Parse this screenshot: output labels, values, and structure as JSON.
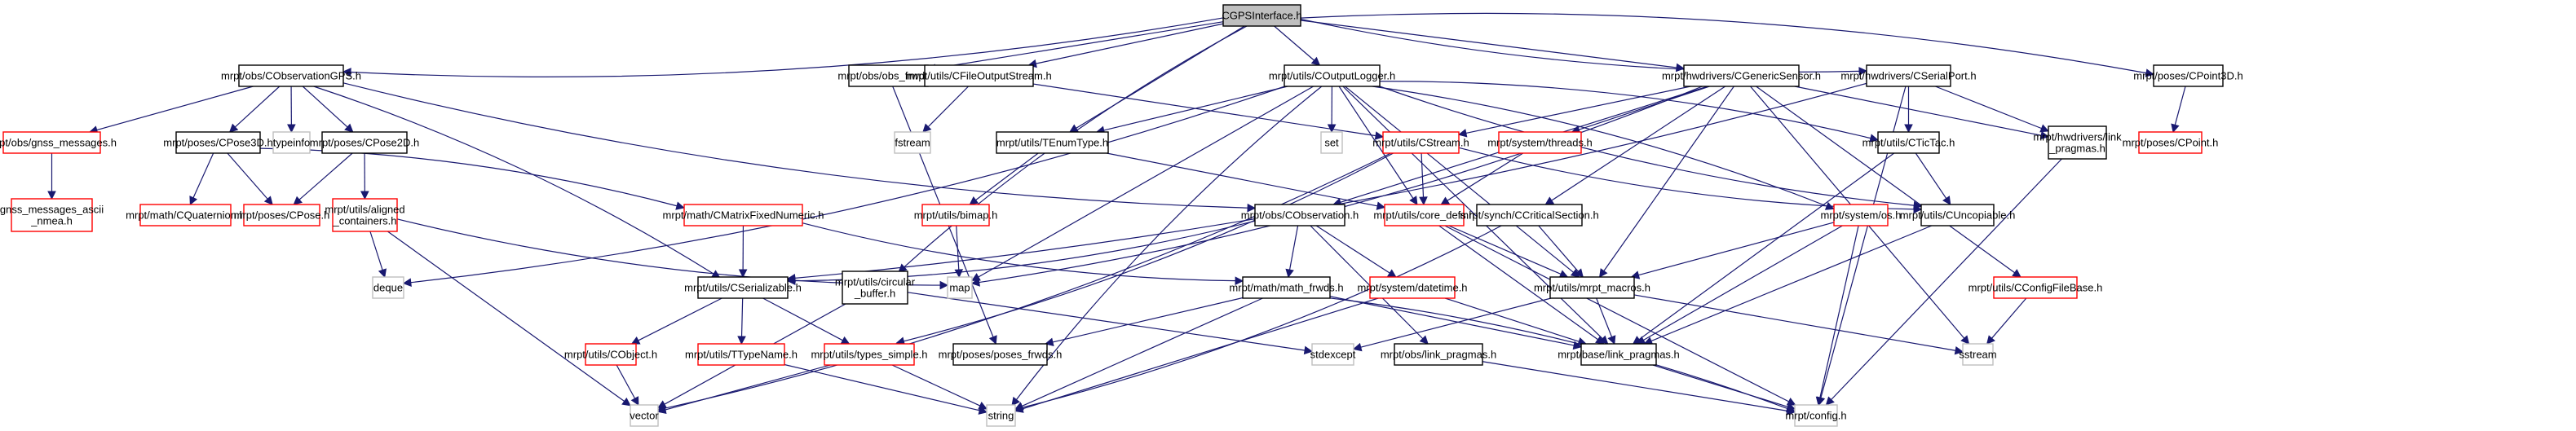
{
  "title": "CGPSInterface.h include dependency graph",
  "legend_colors": {
    "edge": "#191970",
    "root_fill": "#bfbfbf",
    "normal_border": "#000000",
    "truncated_border": "#ff0000",
    "external_border": "#bfbfbf"
  },
  "nodes": [
    {
      "id": "root",
      "label": [
        "CGPSInterface.h"
      ],
      "kind": "root"
    },
    {
      "id": "obsgps",
      "label": [
        "mrpt/obs/CObservationGPS.h"
      ],
      "kind": "normal"
    },
    {
      "id": "obsfrwds",
      "label": [
        "mrpt/obs/obs_frwds.h"
      ],
      "kind": "normal"
    },
    {
      "id": "cfileout",
      "label": [
        "mrpt/utils/CFileOutputStream.h"
      ],
      "kind": "normal"
    },
    {
      "id": "coutlog",
      "label": [
        "mrpt/utils/COutputLogger.h"
      ],
      "kind": "normal"
    },
    {
      "id": "cgensensor",
      "label": [
        "mrpt/hwdrivers/CGenericSensor.h"
      ],
      "kind": "normal"
    },
    {
      "id": "cserial",
      "label": [
        "mrpt/hwdrivers/CSerialPort.h"
      ],
      "kind": "normal"
    },
    {
      "id": "cpoint3d",
      "label": [
        "mrpt/poses/CPoint3D.h"
      ],
      "kind": "normal"
    },
    {
      "id": "gnssmsg",
      "label": [
        "mrpt/obs/gnss_messages.h"
      ],
      "kind": "truncated"
    },
    {
      "id": "cpose3d",
      "label": [
        "mrpt/poses/CPose3D.h"
      ],
      "kind": "normal"
    },
    {
      "id": "typeinfo",
      "label": [
        "typeinfo"
      ],
      "kind": "external"
    },
    {
      "id": "cpose2d",
      "label": [
        "mrpt/poses/CPose2D.h"
      ],
      "kind": "normal"
    },
    {
      "id": "fstream",
      "label": [
        "fstream"
      ],
      "kind": "external"
    },
    {
      "id": "tenum",
      "label": [
        "mrpt/utils/TEnumType.h"
      ],
      "kind": "normal"
    },
    {
      "id": "set",
      "label": [
        "set"
      ],
      "kind": "external"
    },
    {
      "id": "cstream",
      "label": [
        "mrpt/utils/CStream.h"
      ],
      "kind": "truncated"
    },
    {
      "id": "threads",
      "label": [
        "mrpt/system/threads.h"
      ],
      "kind": "truncated"
    },
    {
      "id": "ctictac",
      "label": [
        "mrpt/utils/CTicTac.h"
      ],
      "kind": "normal"
    },
    {
      "id": "hwlink",
      "label": [
        "mrpt/hwdrivers/link",
        "_pragmas.h"
      ],
      "kind": "normal"
    },
    {
      "id": "cpoint",
      "label": [
        "mrpt/poses/CPoint.h"
      ],
      "kind": "truncated"
    },
    {
      "id": "gnssnmea",
      "label": [
        "gnss_messages_ascii",
        "_nmea.h"
      ],
      "kind": "truncated"
    },
    {
      "id": "cquat",
      "label": [
        "mrpt/math/CQuaternion.h"
      ],
      "kind": "truncated"
    },
    {
      "id": "cpose",
      "label": [
        "mrpt/poses/CPose.h"
      ],
      "kind": "truncated"
    },
    {
      "id": "aligned",
      "label": [
        "mrpt/utils/aligned",
        "_containers.h"
      ],
      "kind": "truncated"
    },
    {
      "id": "cmatfixed",
      "label": [
        "mrpt/math/CMatrixFixedNumeric.h"
      ],
      "kind": "truncated"
    },
    {
      "id": "bimap",
      "label": [
        "mrpt/utils/bimap.h"
      ],
      "kind": "truncated"
    },
    {
      "id": "cobs",
      "label": [
        "mrpt/obs/CObservation.h"
      ],
      "kind": "normal"
    },
    {
      "id": "coredefs",
      "label": [
        "mrpt/utils/core_defs.h"
      ],
      "kind": "truncated"
    },
    {
      "id": "ccrit",
      "label": [
        "mrpt/synch/CCriticalSection.h"
      ],
      "kind": "normal"
    },
    {
      "id": "os",
      "label": [
        "mrpt/system/os.h"
      ],
      "kind": "truncated"
    },
    {
      "id": "cuncop",
      "label": [
        "mrpt/utils/CUncopiable.h"
      ],
      "kind": "normal"
    },
    {
      "id": "deque",
      "label": [
        "deque"
      ],
      "kind": "external"
    },
    {
      "id": "cserializable",
      "label": [
        "mrpt/utils/CSerializable.h"
      ],
      "kind": "normal"
    },
    {
      "id": "circbuf",
      "label": [
        "mrpt/utils/circular",
        "_buffer.h"
      ],
      "kind": "normal"
    },
    {
      "id": "map",
      "label": [
        "map"
      ],
      "kind": "external"
    },
    {
      "id": "mathfrwds",
      "label": [
        "mrpt/math/math_frwds.h"
      ],
      "kind": "normal"
    },
    {
      "id": "datetime",
      "label": [
        "mrpt/system/datetime.h"
      ],
      "kind": "truncated"
    },
    {
      "id": "macros",
      "label": [
        "mrpt/utils/mrpt_macros.h"
      ],
      "kind": "normal"
    },
    {
      "id": "cconfig",
      "label": [
        "mrpt/utils/CConfigFileBase.h"
      ],
      "kind": "truncated"
    },
    {
      "id": "cobject",
      "label": [
        "mrpt/utils/CObject.h"
      ],
      "kind": "truncated"
    },
    {
      "id": "ttypename",
      "label": [
        "mrpt/utils/TTypeName.h"
      ],
      "kind": "truncated"
    },
    {
      "id": "typessimple",
      "label": [
        "mrpt/utils/types_simple.h"
      ],
      "kind": "truncated"
    },
    {
      "id": "posesfrwds",
      "label": [
        "mrpt/poses/poses_frwds.h"
      ],
      "kind": "normal"
    },
    {
      "id": "stdexcept",
      "label": [
        "stdexcept"
      ],
      "kind": "external"
    },
    {
      "id": "obslink",
      "label": [
        "mrpt/obs/link_pragmas.h"
      ],
      "kind": "normal"
    },
    {
      "id": "baselink",
      "label": [
        "mrpt/base/link_pragmas.h"
      ],
      "kind": "normal"
    },
    {
      "id": "sstream",
      "label": [
        "sstream"
      ],
      "kind": "external"
    },
    {
      "id": "vector",
      "label": [
        "vector"
      ],
      "kind": "external"
    },
    {
      "id": "string",
      "label": [
        "string"
      ],
      "kind": "external"
    },
    {
      "id": "config",
      "label": [
        "mrpt/config.h"
      ],
      "kind": "external"
    }
  ],
  "edges": [
    [
      "root",
      "obsgps"
    ],
    [
      "root",
      "obsfrwds"
    ],
    [
      "root",
      "cfileout"
    ],
    [
      "root",
      "tenum"
    ],
    [
      "root",
      "coutlog"
    ],
    [
      "root",
      "circbuf"
    ],
    [
      "root",
      "cgensensor"
    ],
    [
      "root",
      "cserial"
    ],
    [
      "root",
      "cpoint3d"
    ],
    [
      "obsgps",
      "gnssmsg"
    ],
    [
      "obsgps",
      "cpose3d"
    ],
    [
      "obsgps",
      "typeinfo"
    ],
    [
      "obsgps",
      "cpose2d"
    ],
    [
      "obsgps",
      "cobs"
    ],
    [
      "obsgps",
      "cserializable"
    ],
    [
      "gnssmsg",
      "gnssnmea"
    ],
    [
      "cpose3d",
      "cquat"
    ],
    [
      "cpose3d",
      "cpose"
    ],
    [
      "cpose3d",
      "cmatfixed"
    ],
    [
      "cpose2d",
      "cpose"
    ],
    [
      "cpose2d",
      "aligned"
    ],
    [
      "aligned",
      "deque"
    ],
    [
      "aligned",
      "vector"
    ],
    [
      "aligned",
      "map"
    ],
    [
      "cmatfixed",
      "cserializable"
    ],
    [
      "cmatfixed",
      "mathfrwds"
    ],
    [
      "obsfrwds",
      "posesfrwds"
    ],
    [
      "cfileout",
      "fstream"
    ],
    [
      "cfileout",
      "cstream"
    ],
    [
      "coutlog",
      "tenum"
    ],
    [
      "coutlog",
      "set"
    ],
    [
      "coutlog",
      "coredefs"
    ],
    [
      "coutlog",
      "deque"
    ],
    [
      "coutlog",
      "string"
    ],
    [
      "coutlog",
      "ctictac"
    ],
    [
      "coutlog",
      "cuncop"
    ],
    [
      "coutlog",
      "macros"
    ],
    [
      "coutlog",
      "baselink"
    ],
    [
      "coutlog",
      "os"
    ],
    [
      "coutlog",
      "map"
    ],
    [
      "tenum",
      "bimap"
    ],
    [
      "tenum",
      "coredefs"
    ],
    [
      "bimap",
      "map"
    ],
    [
      "cstream",
      "coredefs"
    ],
    [
      "cstream",
      "vector"
    ],
    [
      "cstream",
      "cuncop"
    ],
    [
      "cstream",
      "typessimple"
    ],
    [
      "cgensensor",
      "cstream"
    ],
    [
      "cgensensor",
      "threads"
    ],
    [
      "cgensensor",
      "ccrit"
    ],
    [
      "cgensensor",
      "cobs"
    ],
    [
      "cgensensor",
      "cconfig"
    ],
    [
      "cgensensor",
      "hwlink"
    ],
    [
      "cgensensor",
      "macros"
    ],
    [
      "cgensensor",
      "map"
    ],
    [
      "cgensensor",
      "sstream"
    ],
    [
      "threads",
      "coredefs"
    ],
    [
      "cserial",
      "ctictac"
    ],
    [
      "cserial",
      "hwlink"
    ],
    [
      "cserial",
      "config"
    ],
    [
      "cserial",
      "cserializable"
    ],
    [
      "cpoint3d",
      "cpoint"
    ],
    [
      "ctictac",
      "cuncop"
    ],
    [
      "ctictac",
      "baselink"
    ],
    [
      "cuncop",
      "baselink"
    ],
    [
      "hwlink",
      "config"
    ],
    [
      "cobs",
      "cserializable"
    ],
    [
      "cobs",
      "mathfrwds"
    ],
    [
      "cobs",
      "datetime"
    ],
    [
      "cobs",
      "obslink"
    ],
    [
      "coredefs",
      "macros"
    ],
    [
      "coredefs",
      "baselink"
    ],
    [
      "coredefs",
      "config"
    ],
    [
      "ccrit",
      "macros"
    ],
    [
      "ccrit",
      "string"
    ],
    [
      "os",
      "macros"
    ],
    [
      "os",
      "baselink"
    ],
    [
      "os",
      "config"
    ],
    [
      "cserializable",
      "cobject"
    ],
    [
      "cserializable",
      "ttypename"
    ],
    [
      "cserializable",
      "typessimple"
    ],
    [
      "circbuf",
      "vector"
    ],
    [
      "circbuf",
      "stdexcept"
    ],
    [
      "mathfrwds",
      "posesfrwds"
    ],
    [
      "mathfrwds",
      "string"
    ],
    [
      "mathfrwds",
      "baselink"
    ],
    [
      "mathfrwds",
      "config"
    ],
    [
      "datetime",
      "string"
    ],
    [
      "datetime",
      "baselink"
    ],
    [
      "macros",
      "baselink"
    ],
    [
      "macros",
      "stdexcept"
    ],
    [
      "macros",
      "sstream"
    ],
    [
      "cconfig",
      "sstream"
    ],
    [
      "cobject",
      "vector"
    ],
    [
      "ttypename",
      "string"
    ],
    [
      "typessimple",
      "vector"
    ],
    [
      "typessimple",
      "string"
    ],
    [
      "obslink",
      "config"
    ],
    [
      "baselink",
      "config"
    ]
  ]
}
